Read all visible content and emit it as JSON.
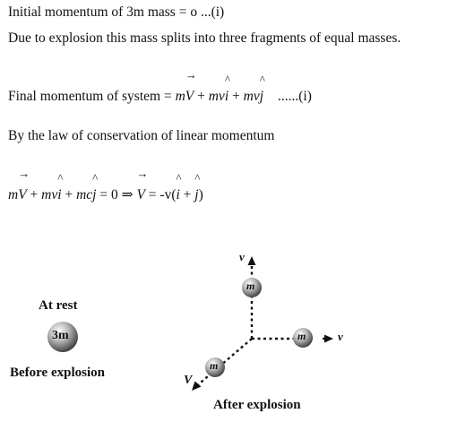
{
  "lines": {
    "l1": {
      "text": "Initial momentum of 3m mass = o ...(i)"
    },
    "l2": {
      "text": "Due to explosion this mass splits into three fragments of equal masses."
    },
    "l3": {
      "prefix": "Final momentum of system = ",
      "t1_var": "m",
      "t1_vec": "V",
      "plus1": " + ",
      "t2": "mv",
      "t2_unit": "i",
      "plus2": " + ",
      "t3": "mv",
      "t3_unit": "j",
      "suffix": "......(i)",
      "arrow": "→",
      "hat": "^"
    },
    "l4": {
      "text": "By the law of conservation of linear momentum"
    },
    "l5": {
      "t1_var": "m",
      "t1_vec": "V",
      "plus1": " + ",
      "t2": "mv",
      "t2_unit": "i",
      "plus2": " + ",
      "t3": "mc",
      "t3_unit": "j",
      "eq": " = 0 ⇒ ",
      "v_vec": "V",
      "eq2": " =  ",
      "rhs_a": "-v(",
      "rhs_i": "i",
      "rhs_plus": " + ",
      "rhs_j": "j",
      "rhs_b": ")",
      "arrow": "→",
      "hat": "^"
    }
  },
  "diagram": {
    "before_label": "At rest",
    "before_ball": "3m",
    "before_caption": "Before explosion",
    "after_caption": "After explosion",
    "ball_label": "m",
    "v_label": "v",
    "V_label": "V"
  }
}
